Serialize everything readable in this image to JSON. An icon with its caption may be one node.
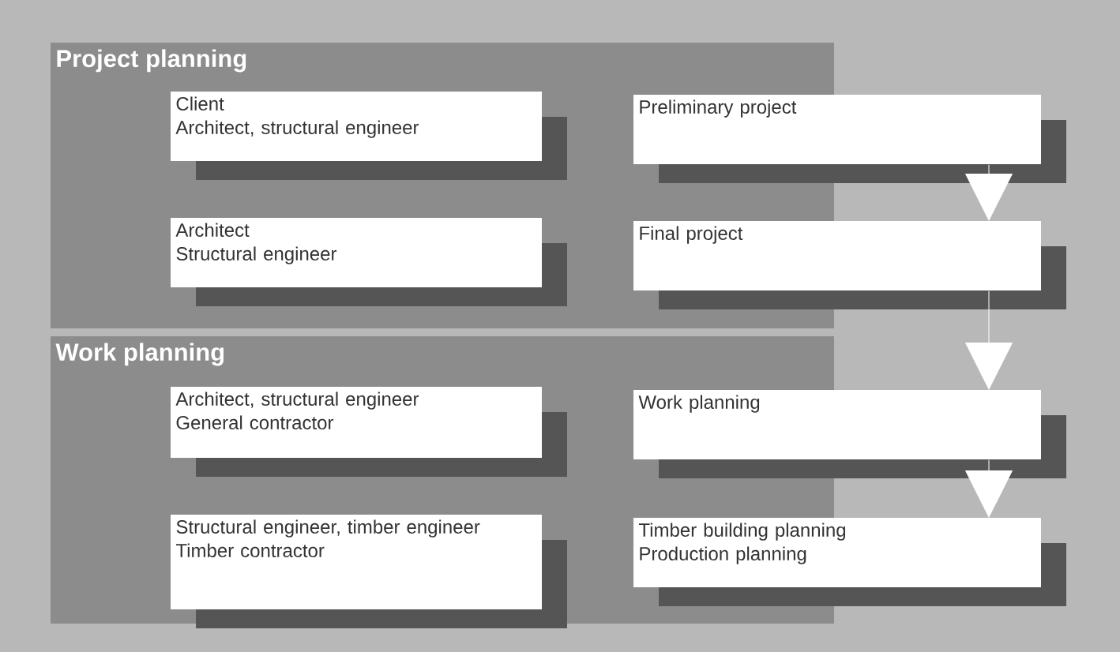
{
  "diagram": {
    "nodes": [
      {
        "text": [
          "Project planning"
        ]
      },
      {
        "text": [
          "Client",
          "Architect, structural engineer"
        ],
        "in": 0
      },
      {
        "text": [
          "Preliminary project"
        ]
      },
      {
        "text": [
          "Architect",
          "Structural engineer"
        ],
        "in": 0
      },
      {
        "text": [
          "Final project"
        ]
      },
      {
        "text": [
          "Work planning"
        ]
      },
      {
        "text": [
          "Architect, structural engineer",
          "General contractor"
        ],
        "in": 5
      },
      {
        "text": [
          "Work planning"
        ]
      },
      {
        "text": [
          "Structural engineer, timber engineer",
          "Timber contractor"
        ],
        "in": 5
      },
      {
        "text": [
          "Timber building planning",
          "Production planning"
        ]
      }
    ],
    "edges": [
      {
        "from": 2,
        "to": 4,
        "arrow": "to"
      },
      {
        "from": 4,
        "to": 7,
        "arrow": "to"
      },
      {
        "from": 7,
        "to": 9,
        "arrow": "to"
      }
    ]
  }
}
